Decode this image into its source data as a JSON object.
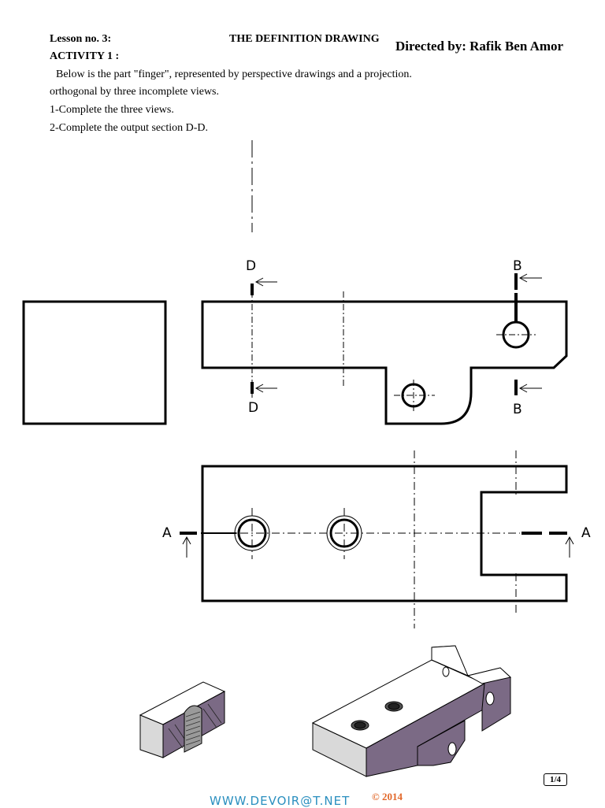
{
  "header": {
    "lesson": "Lesson no. 3:",
    "title": "THE DEFINITION DRAWING",
    "director": "Directed by: Rafik Ben Amor"
  },
  "activity": {
    "heading": "ACTIVITY 1 :",
    "line1": "Below is the part \"finger\", represented by perspective drawings and a projection.",
    "line2": "orthogonal by three incomplete views.",
    "line3": "1-Complete the three views.",
    "line4": "2-Complete the output section D-D."
  },
  "drawing": {
    "section_d_top": "D",
    "section_d_bottom": "D",
    "section_b_top": "B",
    "section_b_bottom": "B",
    "section_a_left": "A",
    "section_a_right": "A"
  },
  "footer": {
    "page": "1/4",
    "site": "WWW.DEVOIR@T.NET",
    "copyright": "© 2014"
  },
  "colors": {
    "piece_side": "#7b6a85",
    "piece_top": "#ffffff",
    "piece_front": "#d9d9d9",
    "site": "#2a8fbf",
    "copyright": "#e2682a"
  }
}
